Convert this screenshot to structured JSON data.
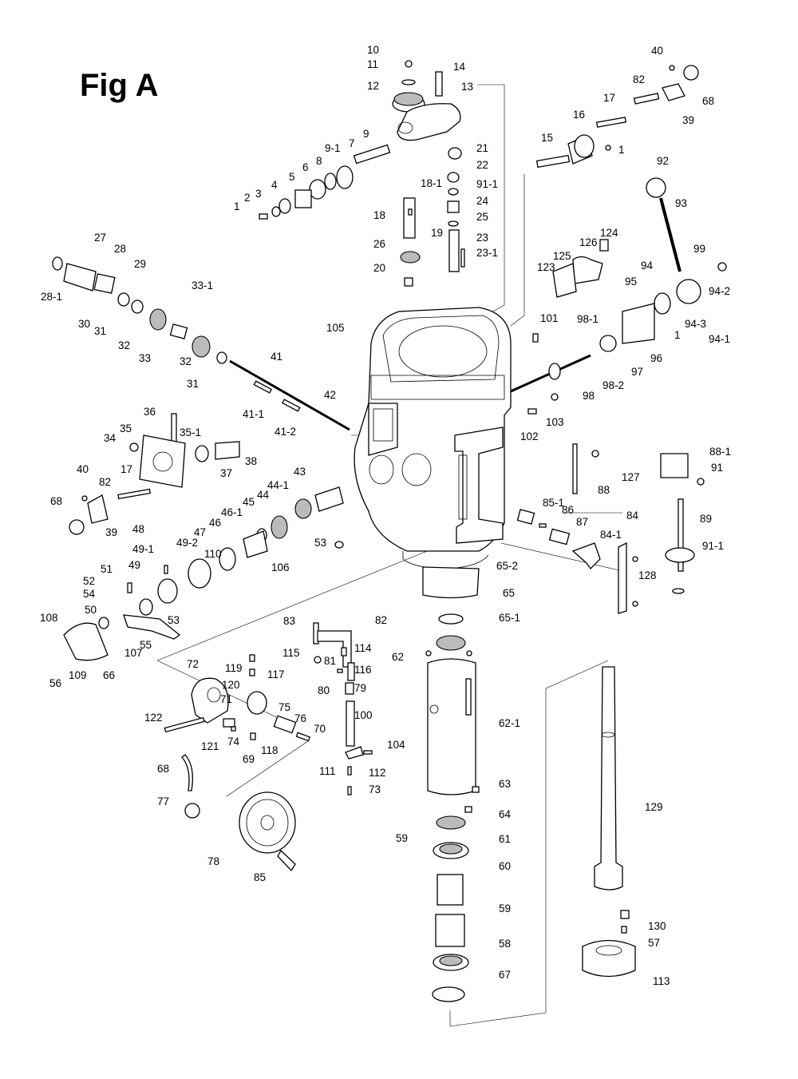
{
  "title": "Fig A",
  "labels": [
    "10",
    "11",
    "12",
    "14",
    "13",
    "9",
    "7",
    "9-1",
    "8",
    "6",
    "5",
    "4",
    "3",
    "2",
    "1",
    "21",
    "22",
    "18-1",
    "91-1",
    "24",
    "18",
    "25",
    "19",
    "23",
    "26",
    "23-1",
    "20",
    "15",
    "16",
    "1",
    "17",
    "82",
    "40",
    "68",
    "39",
    "92",
    "93",
    "124",
    "126",
    "125",
    "123",
    "99",
    "94",
    "95",
    "94-2",
    "94-3",
    "94-1",
    "1",
    "96",
    "98-1",
    "97",
    "98-2",
    "98",
    "101",
    "103",
    "102",
    "105",
    "27",
    "28",
    "28-1",
    "29",
    "30",
    "31",
    "32",
    "33-1",
    "33",
    "32",
    "31",
    "41",
    "41-1",
    "41-2",
    "42",
    "36",
    "35",
    "35-1",
    "34",
    "37",
    "38",
    "40",
    "17",
    "82",
    "68",
    "39",
    "43",
    "44-1",
    "44",
    "45",
    "46-1",
    "46",
    "47",
    "48",
    "49-1",
    "49-2",
    "49",
    "110",
    "106",
    "53",
    "51",
    "52",
    "54",
    "50",
    "53",
    "55",
    "107",
    "108",
    "109",
    "56",
    "66",
    "65-2",
    "65",
    "65-1",
    "62",
    "62-1",
    "63",
    "64",
    "59",
    "61",
    "60",
    "59",
    "58",
    "67",
    "129",
    "130",
    "57",
    "113",
    "83",
    "82",
    "114",
    "115",
    "81",
    "116",
    "80",
    "79",
    "100",
    "104",
    "111",
    "112",
    "73",
    "119",
    "120",
    "71",
    "72",
    "117",
    "75",
    "76",
    "70",
    "122",
    "121",
    "74",
    "118",
    "69",
    "68",
    "77",
    "78",
    "85",
    "85-1",
    "86",
    "87",
    "84-1",
    "84",
    "128",
    "127",
    "88",
    "88-1",
    "91",
    "89",
    "91-1"
  ]
}
